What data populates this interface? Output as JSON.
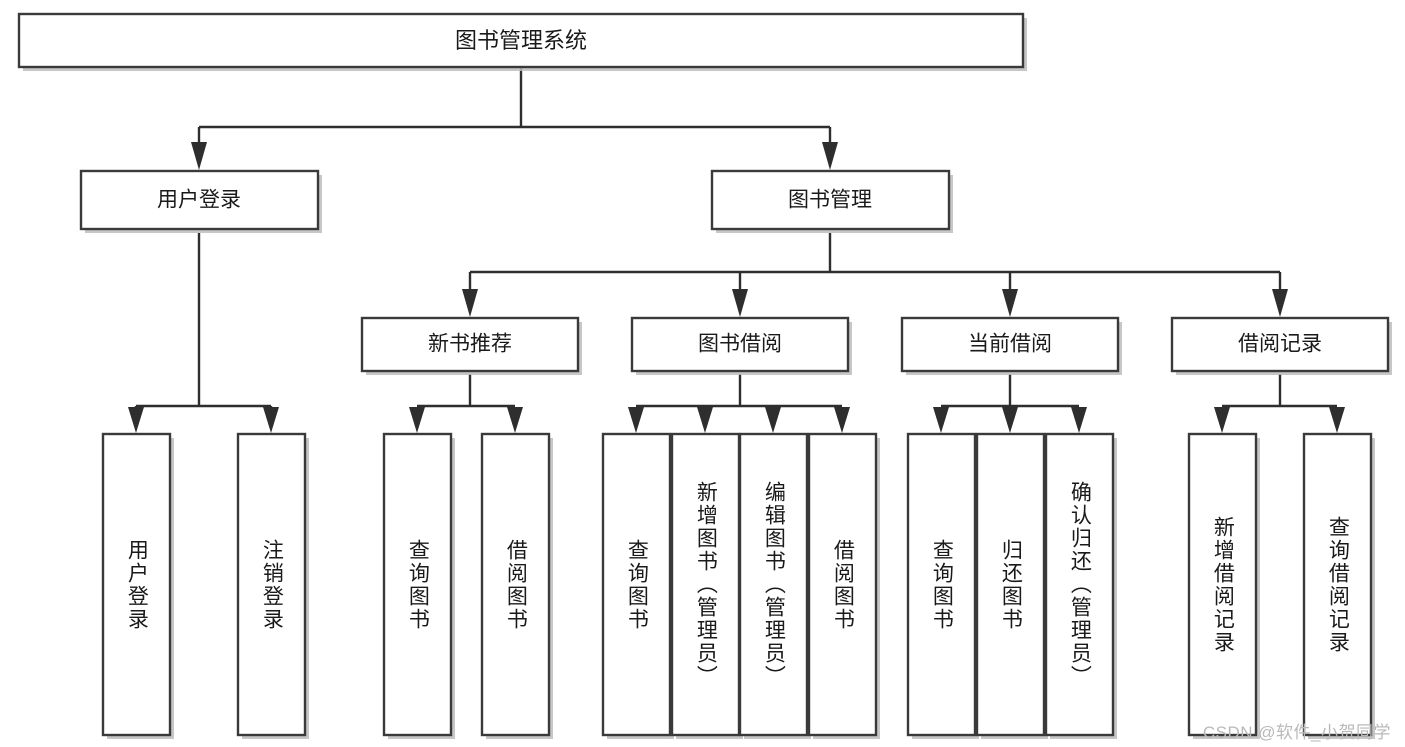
{
  "diagram": {
    "title": "图书管理系统",
    "type": "tree",
    "watermark": "CSDN @软件_小贺同学",
    "colors": {
      "box_stroke": "#3a3a3a",
      "box_fill": "#ffffff",
      "connector": "#2e2e2e",
      "shadow": "#bdbdbd",
      "text": "#1a1a1a",
      "watermark": "#b9b9b9",
      "background": "#ffffff"
    },
    "root": {
      "label": "图书管理系统"
    },
    "level2": [
      {
        "label": "用户登录"
      },
      {
        "label": "图书管理"
      }
    ],
    "level3": [
      {
        "label": "新书推荐"
      },
      {
        "label": "图书借阅"
      },
      {
        "label": "当前借阅"
      },
      {
        "label": "借阅记录"
      }
    ],
    "leaves": {
      "user_login": [
        {
          "label": "用户登录"
        },
        {
          "label": "注销登录"
        }
      ],
      "new_book_recommend": [
        {
          "label": "查询图书"
        },
        {
          "label": "借阅图书"
        }
      ],
      "book_borrow": [
        {
          "label": "查询图书"
        },
        {
          "label": "新增图书（管理员）"
        },
        {
          "label": "编辑图书（管理员）"
        },
        {
          "label": "借阅图书"
        }
      ],
      "current_borrow": [
        {
          "label": "查询图书"
        },
        {
          "label": "归还图书"
        },
        {
          "label": "确认归还（管理员）"
        }
      ],
      "borrow_record": [
        {
          "label": "新增借阅记录"
        },
        {
          "label": "查询借阅记录"
        }
      ]
    }
  },
  "chart_data": {
    "type": "table",
    "title": "图书管理系统",
    "nodes": [
      {
        "id": "root",
        "label": "图书管理系统",
        "level": 1,
        "parent": null
      },
      {
        "id": "user-login",
        "label": "用户登录",
        "level": 2,
        "parent": "root"
      },
      {
        "id": "book-mgmt",
        "label": "图书管理",
        "level": 2,
        "parent": "root"
      },
      {
        "id": "new-book",
        "label": "新书推荐",
        "level": 3,
        "parent": "book-mgmt"
      },
      {
        "id": "book-borrow",
        "label": "图书借阅",
        "level": 3,
        "parent": "book-mgmt"
      },
      {
        "id": "current-borrow",
        "label": "当前借阅",
        "level": 3,
        "parent": "book-mgmt"
      },
      {
        "id": "borrow-record",
        "label": "借阅记录",
        "level": 3,
        "parent": "book-mgmt"
      },
      {
        "id": "leaf-1",
        "label": "用户登录",
        "level": 4,
        "parent": "user-login"
      },
      {
        "id": "leaf-2",
        "label": "注销登录",
        "level": 4,
        "parent": "user-login"
      },
      {
        "id": "leaf-3",
        "label": "查询图书",
        "level": 4,
        "parent": "new-book"
      },
      {
        "id": "leaf-4",
        "label": "借阅图书",
        "level": 4,
        "parent": "new-book"
      },
      {
        "id": "leaf-5",
        "label": "查询图书",
        "level": 4,
        "parent": "book-borrow"
      },
      {
        "id": "leaf-6",
        "label": "新增图书（管理员）",
        "level": 4,
        "parent": "book-borrow"
      },
      {
        "id": "leaf-7",
        "label": "编辑图书（管理员）",
        "level": 4,
        "parent": "book-borrow"
      },
      {
        "id": "leaf-8",
        "label": "借阅图书",
        "level": 4,
        "parent": "book-borrow"
      },
      {
        "id": "leaf-9",
        "label": "查询图书",
        "level": 4,
        "parent": "current-borrow"
      },
      {
        "id": "leaf-10",
        "label": "归还图书",
        "level": 4,
        "parent": "current-borrow"
      },
      {
        "id": "leaf-11",
        "label": "确认归还（管理员）",
        "level": 4,
        "parent": "current-borrow"
      },
      {
        "id": "leaf-12",
        "label": "新增借阅记录",
        "level": 4,
        "parent": "borrow-record"
      },
      {
        "id": "leaf-13",
        "label": "查询借阅记录",
        "level": 4,
        "parent": "borrow-record"
      }
    ]
  }
}
